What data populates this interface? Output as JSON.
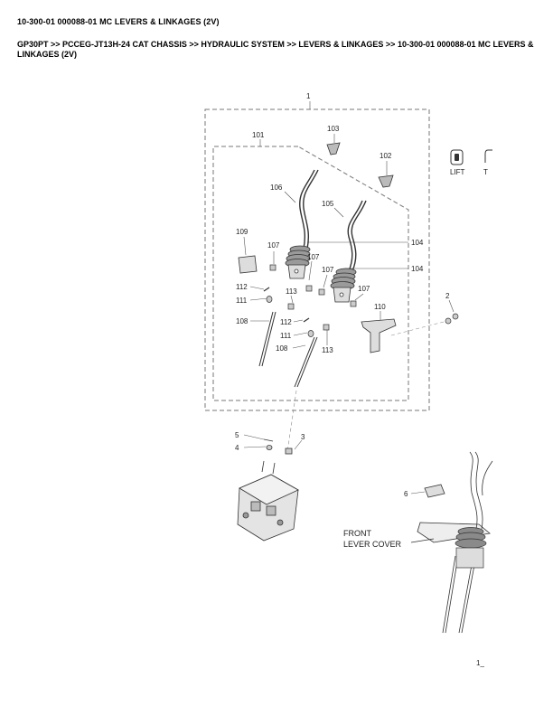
{
  "page": {
    "title": "10-300-01 000088-01 MC LEVERS & LINKAGES (2V)",
    "breadcrumb": "GP30PT >> PCCEG-JT13H-24 CAT CHASSIS >> HYDRAULIC SYSTEM >> LEVERS & LINKAGES >> 10-300-01 000088-01 MC LEVERS & LINKAGES (2V)"
  },
  "diagram": {
    "callouts": [
      "1",
      "101",
      "103",
      "102",
      "106",
      "105",
      "109",
      "107",
      "104",
      "107",
      "107",
      "104",
      "112",
      "113",
      "107",
      "111",
      "110",
      "2",
      "108",
      "112",
      "111",
      "108",
      "113",
      "5",
      "4",
      "3",
      "6"
    ],
    "icon_labels": [
      "LIFT",
      "T"
    ],
    "view_label_line1": "FRONT",
    "view_label_line2": "LEVER COVER",
    "figure_id": "1_"
  }
}
